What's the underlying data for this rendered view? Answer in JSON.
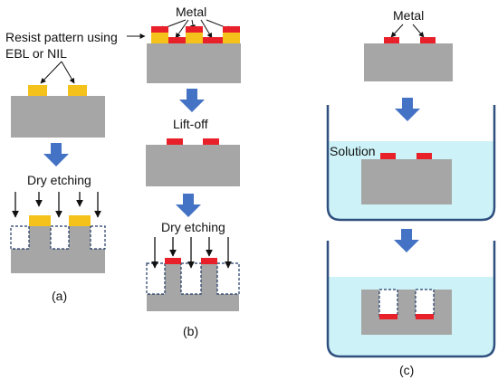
{
  "colors": {
    "substrate": "#a6a6a6",
    "resist": "#f5c21b",
    "metal": "#e8202a",
    "arrow": "#4472c4",
    "solution": "#cdf3f8",
    "beaker": "#2f4f7f",
    "dashed": "#1f3864",
    "text": "#111111"
  },
  "panel_a": {
    "title": "Resist pattern using",
    "title2": "EBL or NIL",
    "step": "Dry etching",
    "caption": "(a)"
  },
  "panel_b": {
    "metal_label": "Metal",
    "liftoff_label": "Lift-off",
    "step": "Dry etching",
    "caption": "(b)"
  },
  "panel_c": {
    "metal_label": "Metal",
    "solution_label": "Solution",
    "caption": "(c)"
  }
}
